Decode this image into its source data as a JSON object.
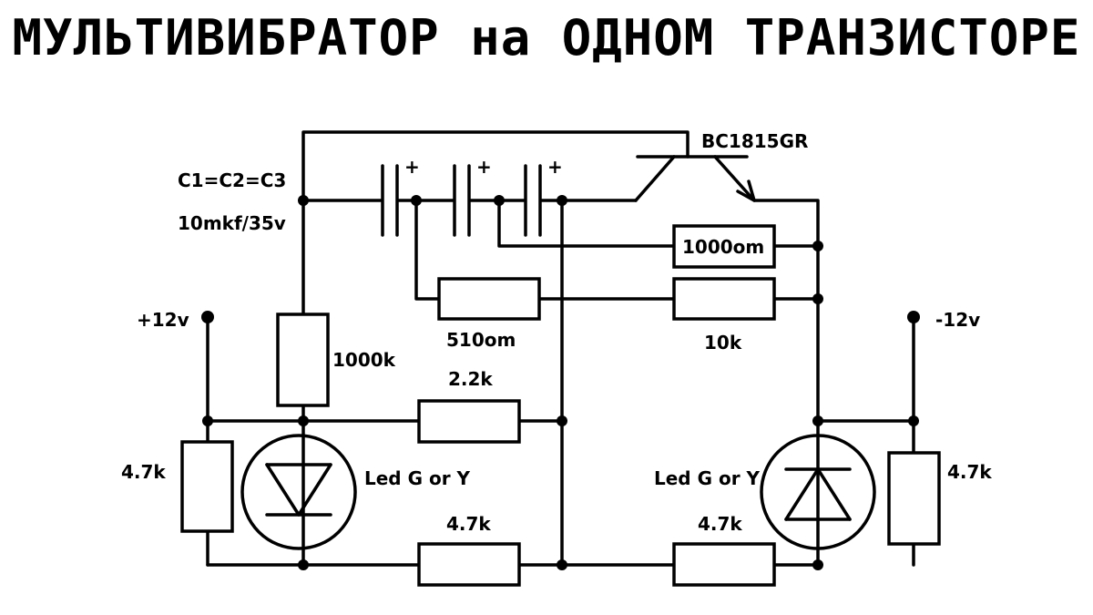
{
  "title": "МУЛЬТИВИБРАТОР на ОДНОМ ТРАНЗИСТОРЕ",
  "transistor": "BC1815GR",
  "capacitors": "C1=C2=C3",
  "cap_value": "10mkf/35v",
  "supply_pos": "+12v",
  "supply_neg": "-12v",
  "resistors": {
    "r_1000k": "1000k",
    "r_510": "510om",
    "r_1000om": "1000om",
    "r_10k": "10k",
    "r_2_2k": "2.2k",
    "r_4_7k_left": "4.7k",
    "r_4_7k_bottom_left": "4.7k",
    "r_4_7k_bottom_right": "4.7k",
    "r_4_7k_right": "4.7k"
  },
  "leds": {
    "left": "Led G or Y",
    "right": "Led G or Y"
  },
  "cap_plus": "+"
}
